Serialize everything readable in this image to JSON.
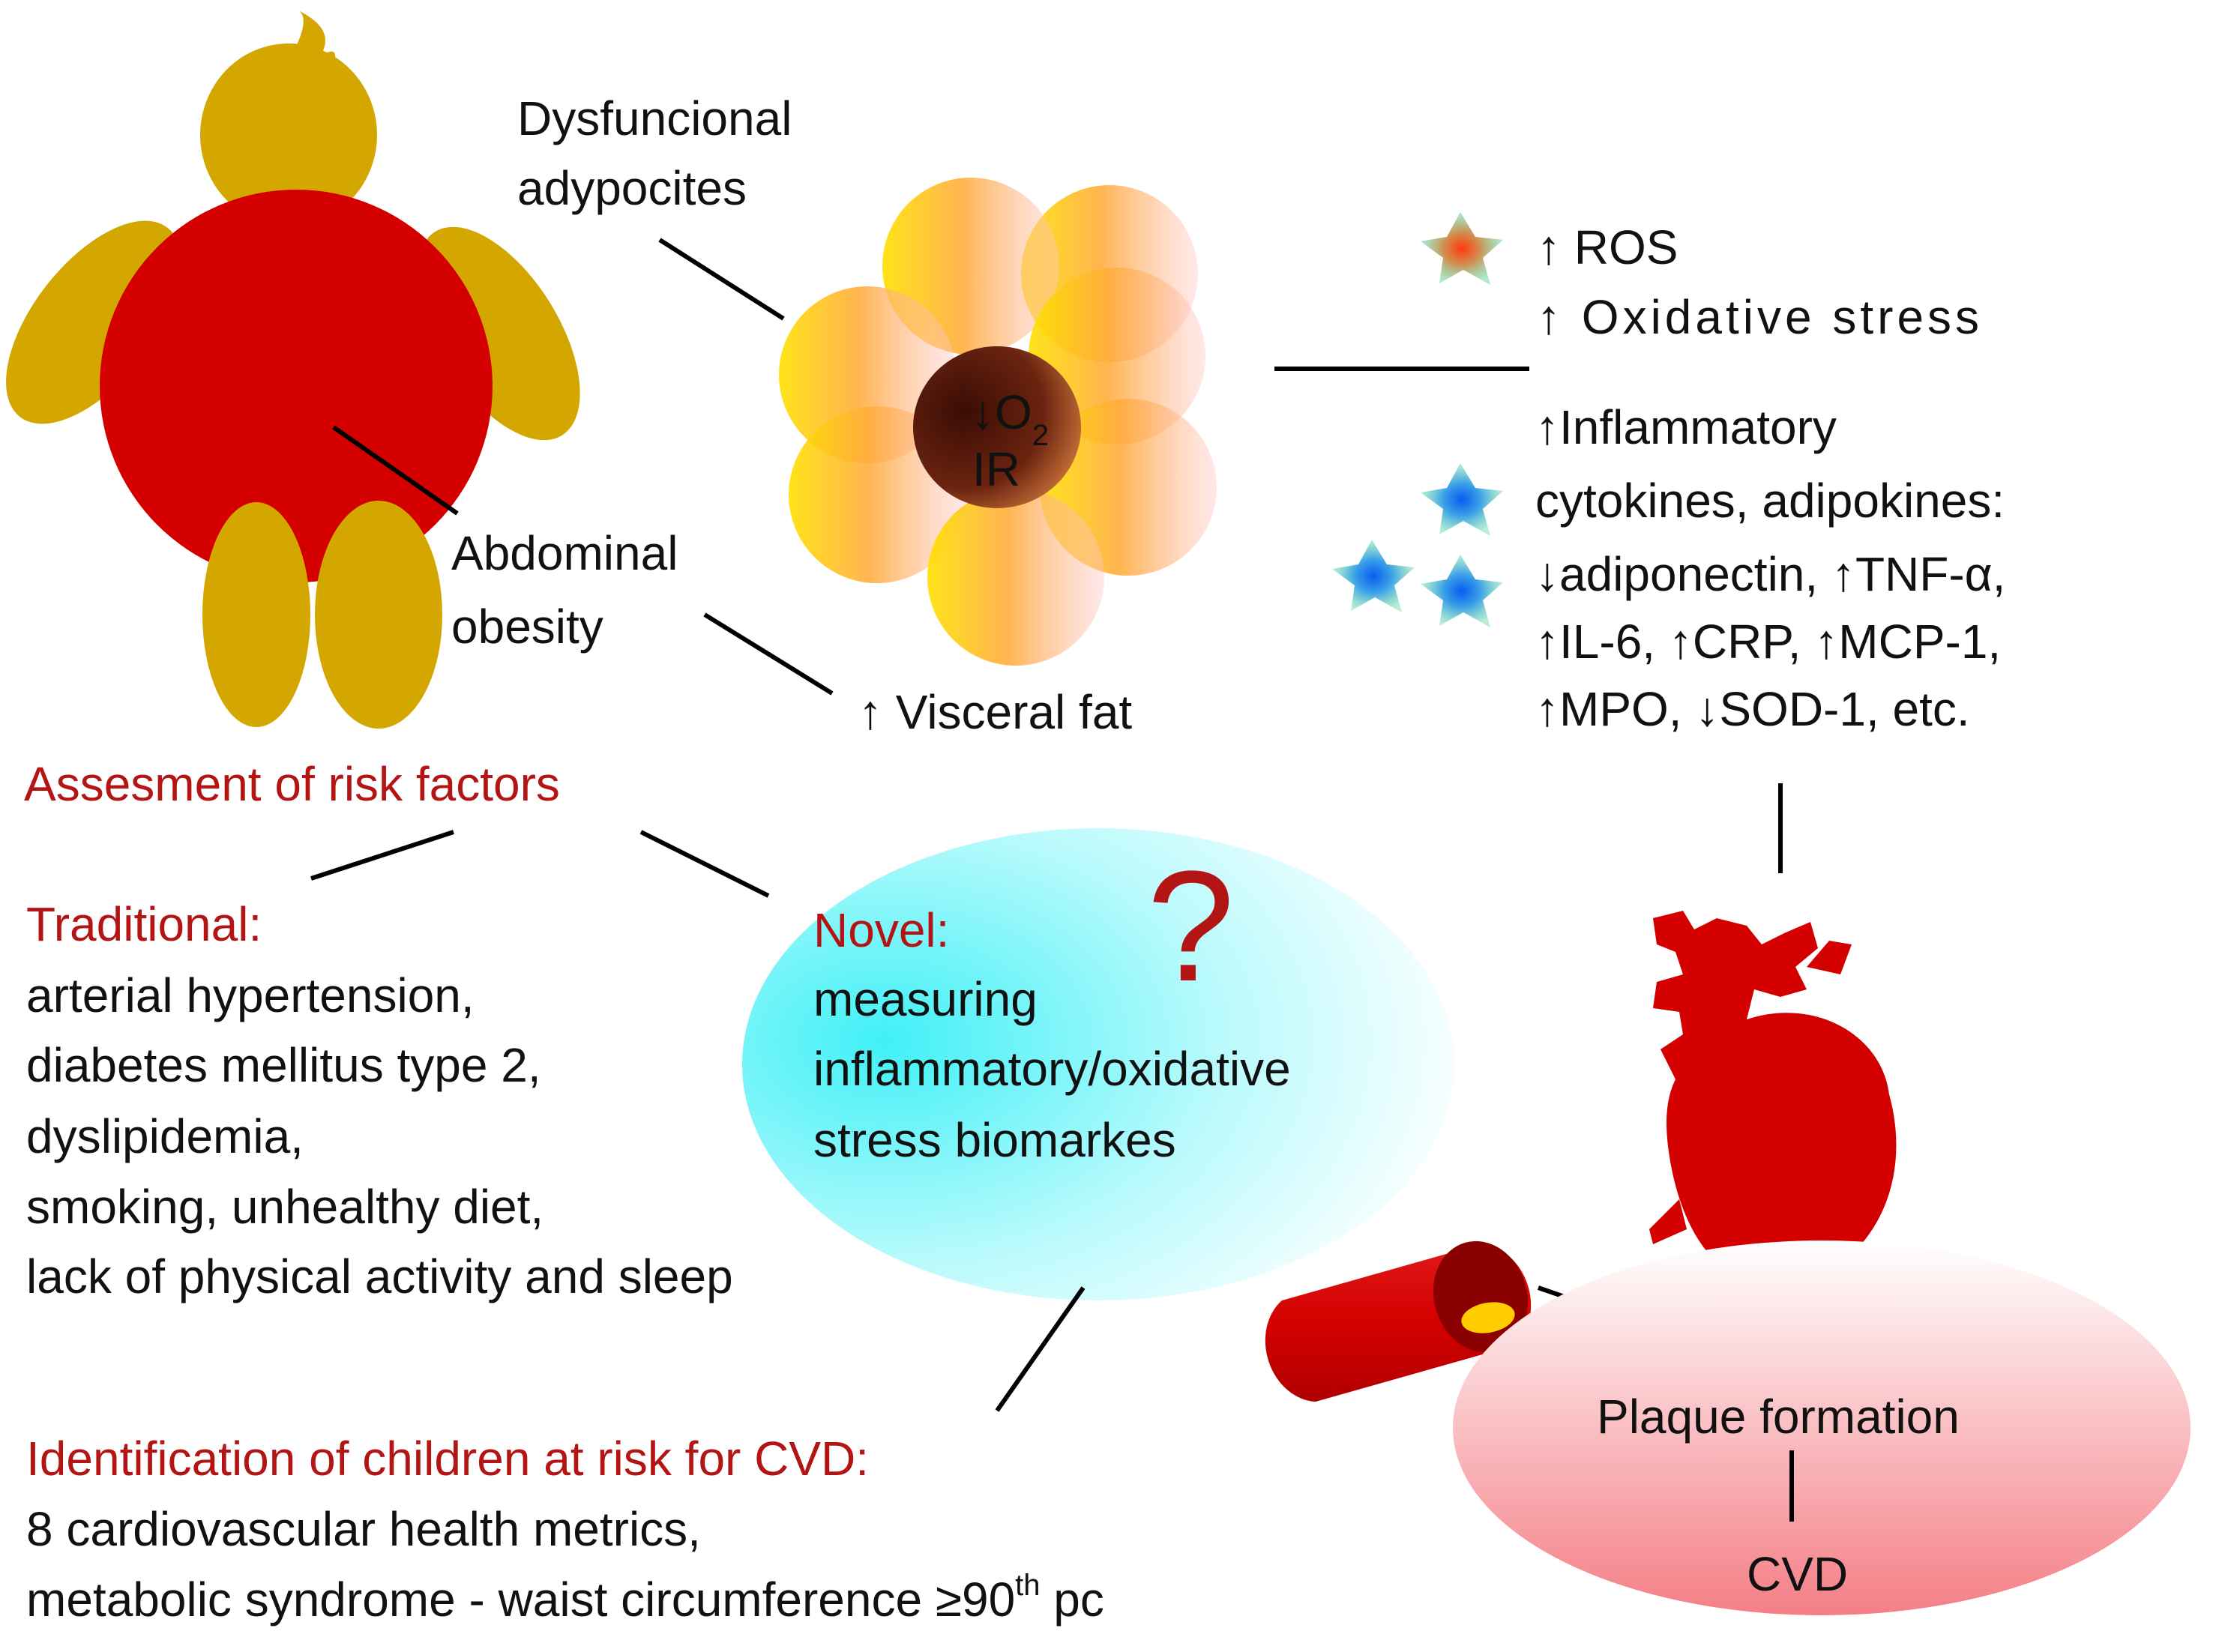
{
  "colors": {
    "body": "#d40000",
    "limbs": "#d4a600",
    "heading_red": "#b31414",
    "cyan": "#62f4f8",
    "pink": "#f4838a",
    "cell_orange": "#ffb13c",
    "cell_core": "#5a1a0a",
    "star_red": "#e84a2a",
    "star_blue": "#1a7af0",
    "plaque": "#ffcc00",
    "lumen": "#7a0000"
  },
  "icons": {
    "child": "child-figure-icon",
    "adipocytes": "adipocyte-cluster-icon",
    "ros_star": "ros-star-icon",
    "cytokine_stars": "cytokine-star-icon",
    "heart": "heart-icon",
    "vessel": "blood-vessel-icon"
  },
  "labels": {
    "dysfunctional_line1": "Dysfuncional",
    "dysfunctional_line2": "adypocites",
    "o2_arrow": "↓O",
    "o2_sub": "2",
    "ir": "IR",
    "abdominal_line1": "Abdominal",
    "abdominal_line2": "obesity",
    "visceral_fat": "↑ Visceral fat",
    "ros": "↑ ROS",
    "oxidative_stress": "↑ Oxidative stress",
    "inflam_lines": [
      "↑Inflammatory",
      "cytokines, adipokines:",
      "↓adiponectin, ↑TNF-α,",
      "↑IL-6, ↑CRP, ↑MCP-1,",
      "↑MPO, ↓SOD-1, etc."
    ],
    "assessment": "Assesment of risk factors",
    "traditional_heading": "Traditional:",
    "traditional_lines": [
      "arterial hypertension,",
      "diabetes mellitus type 2,",
      "dyslipidemia,",
      "smoking, unhealthy diet,",
      "lack of physical activity and sleep"
    ],
    "novel_heading": "Novel:",
    "novel_lines": [
      "measuring",
      "inflammatory/oxidative",
      "stress biomarkes"
    ],
    "question_mark": "?",
    "identification": "Identification of children at risk for CVD:",
    "metrics_line1": "8 cardiovascular health metrics,",
    "metrics_line2_main": "metabolic syndrome - waist circumference ≥90",
    "metrics_sup": "th",
    "metrics_line2_end": " pc",
    "plaque_formation": "Plaque formation",
    "cvd": "CVD"
  }
}
